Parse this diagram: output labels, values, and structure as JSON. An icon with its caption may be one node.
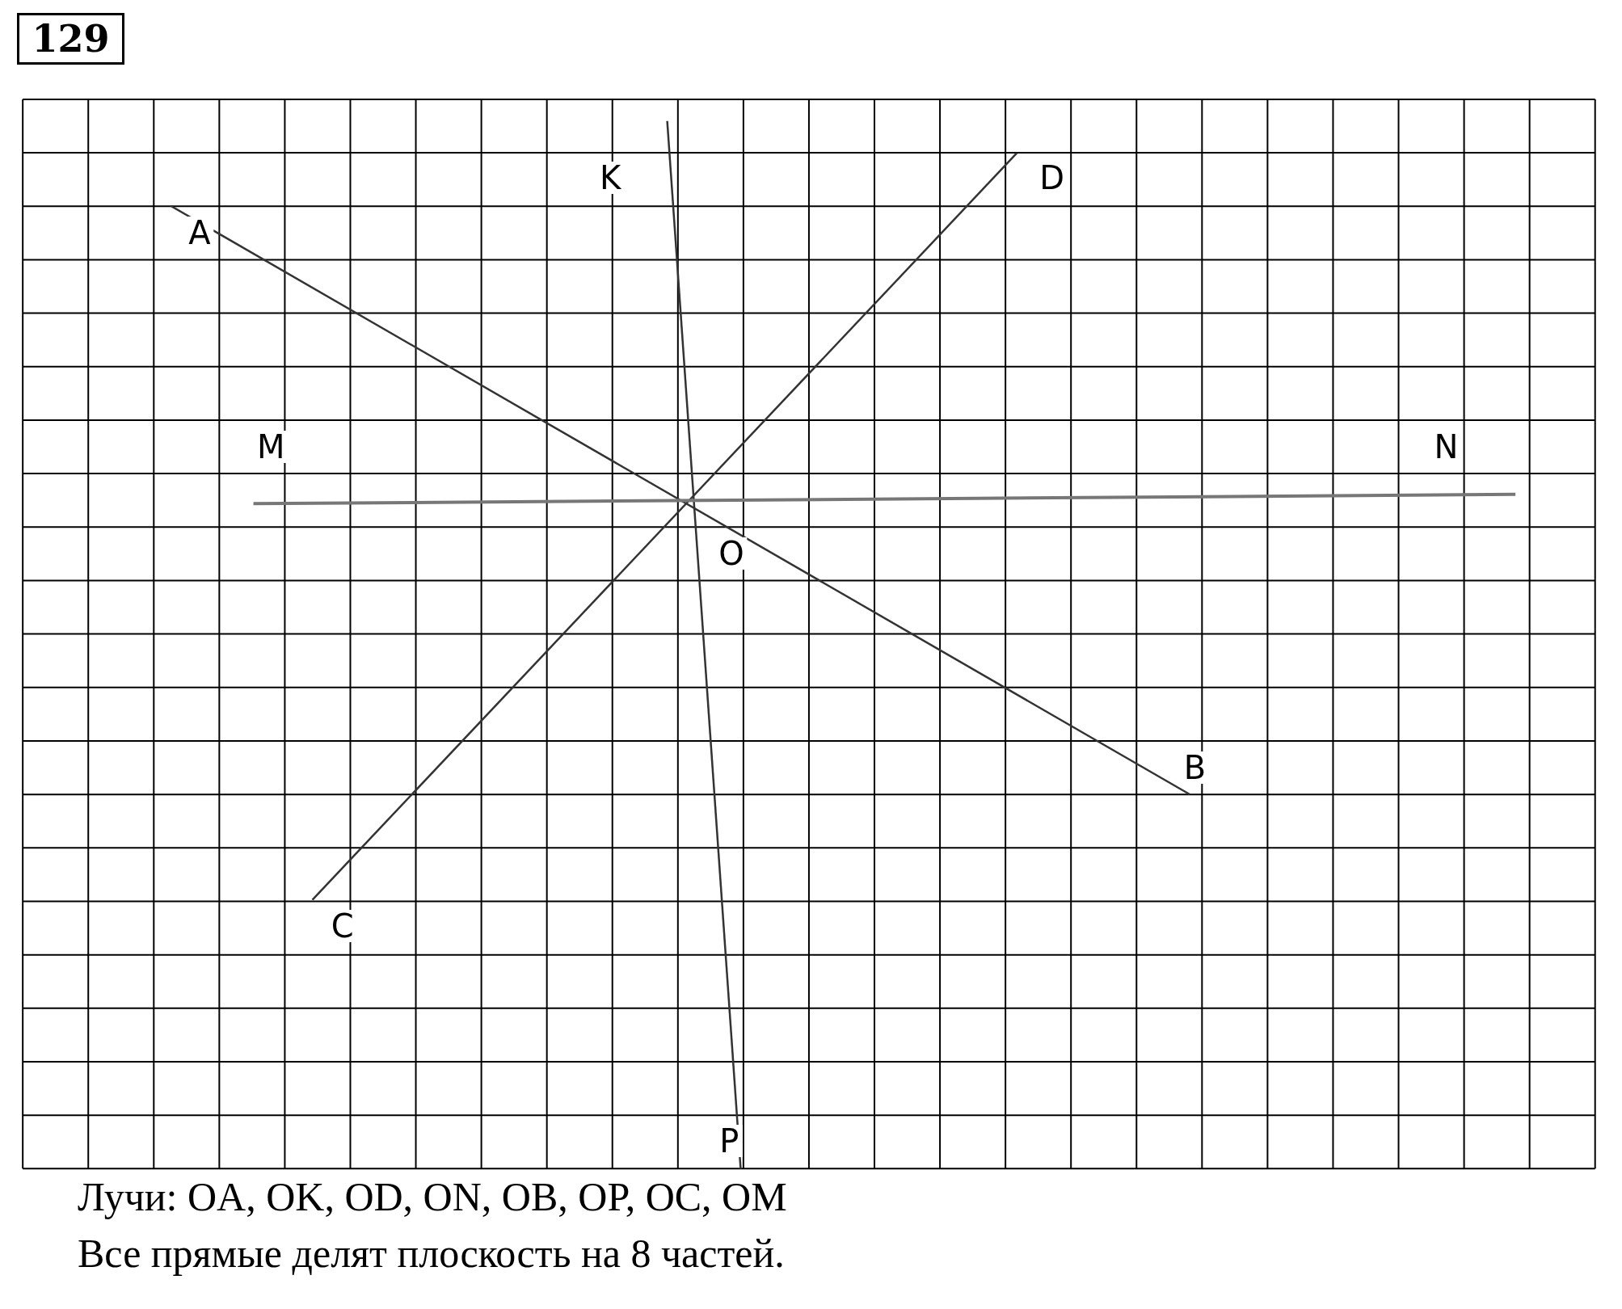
{
  "diagram": {
    "title": "129",
    "labels": [
      "K",
      "D",
      "A",
      "M",
      "N",
      "O",
      "B",
      "C",
      "P",
      "Лучи: OA, OK, OD, ON, OB, OP, OC, OM",
      "Все прямые делят плоскость на 8 частей."
    ]
  }
}
